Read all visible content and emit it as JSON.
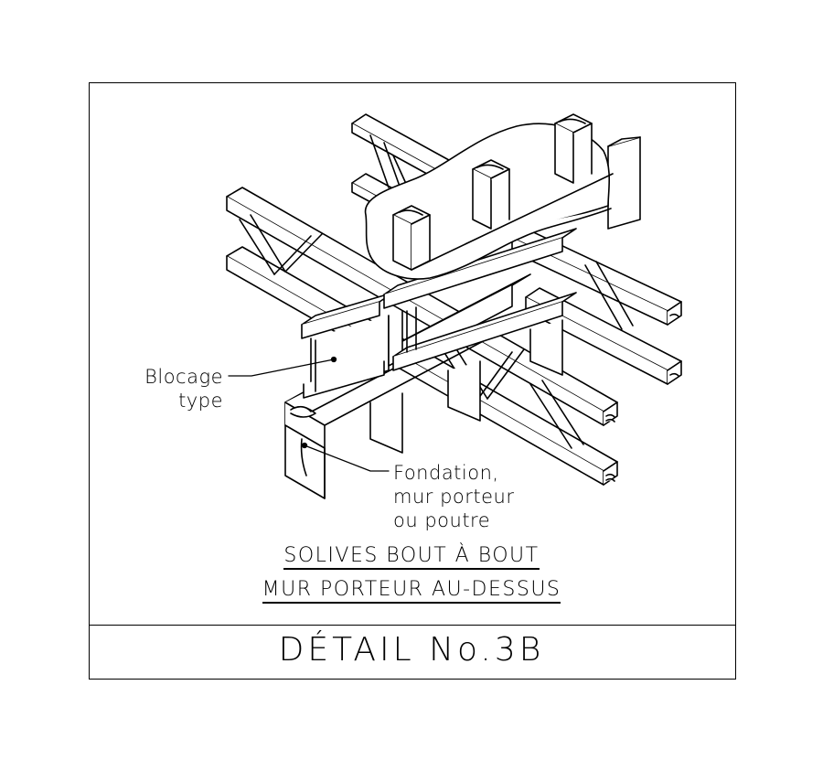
{
  "labels": {
    "blocage_line1": "Blocage",
    "blocage_line2": "type",
    "fondation_line1": "Fondation,",
    "fondation_line2": "mur porteur",
    "fondation_line3": "ou poutre"
  },
  "captions": {
    "line1": "SOLIVES BOUT À BOUT",
    "line2": "MUR PORTEUR AU-DESSUS"
  },
  "title": "DÉTAIL No.3B"
}
